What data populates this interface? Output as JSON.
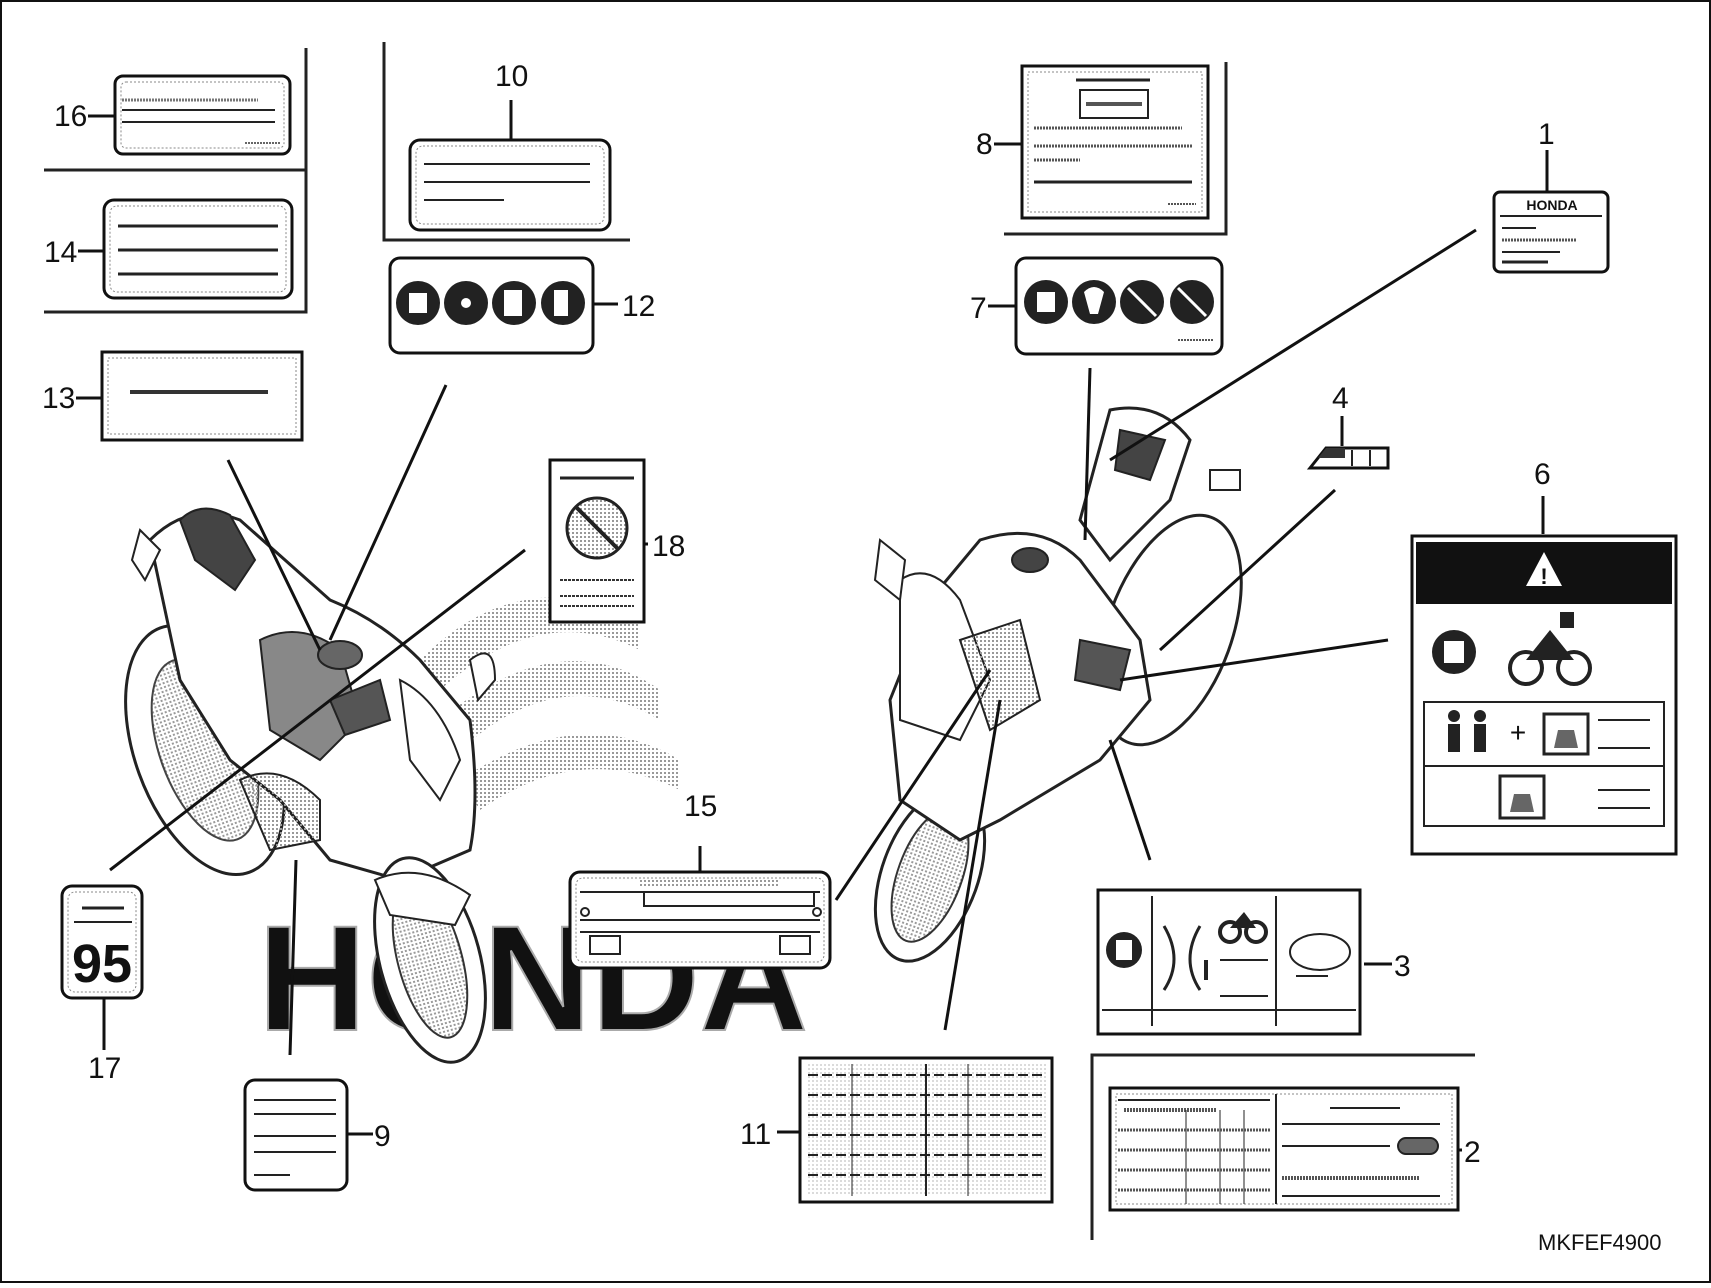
{
  "diagram": {
    "part_code": "MKFEF4900",
    "brand_text": "HONDA",
    "label_95": "95",
    "callouts": {
      "c1": "1",
      "c2": "2",
      "c3": "3",
      "c4": "4",
      "c5_unused": "",
      "c6": "6",
      "c7": "7",
      "c8": "8",
      "c9": "9",
      "c10": "10",
      "c11": "11",
      "c12": "12",
      "c13": "13",
      "c14": "14",
      "c15": "15",
      "c16": "16",
      "c17": "17",
      "c18": "18"
    },
    "colors": {
      "ink": "#111111",
      "paper": "#ffffff",
      "hatch": "#b0b0b0"
    }
  }
}
